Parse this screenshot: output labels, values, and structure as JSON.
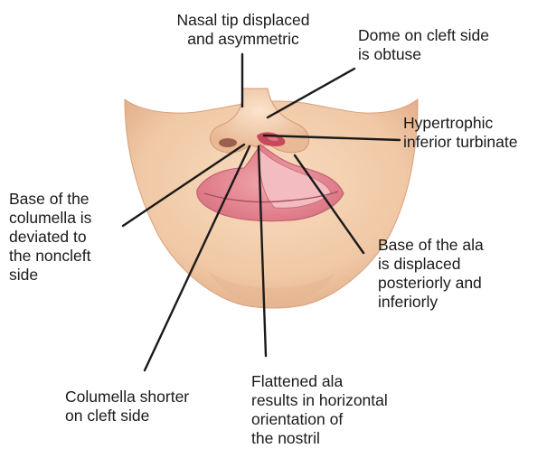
{
  "figure": {
    "labels": {
      "nasal_tip": [
        "Nasal tip displaced",
        "and asymmetric"
      ],
      "dome": [
        "Dome on cleft side",
        "is obtuse"
      ],
      "turbinate": [
        "Hypertrophic",
        "inferior turbinate"
      ],
      "columella_base": [
        "Base of the",
        "columella is",
        "deviated to",
        "the noncleft",
        "side"
      ],
      "ala_base": [
        "Base of the ala",
        "is displaced",
        "posteriorly and",
        "inferiorly"
      ],
      "columella_short": [
        "Columella shorter",
        "on cleft side"
      ],
      "flattened_ala": [
        "Flattened ala",
        "results in horizontal",
        "orientation of",
        "the nostril"
      ]
    },
    "colors": {
      "skin": "#f3cfae",
      "skin_shadow": "#e4ae89",
      "lip": "#e38b97",
      "cleft_inner": "#f2b3b9",
      "leader_line": "#1a1a1a"
    }
  }
}
